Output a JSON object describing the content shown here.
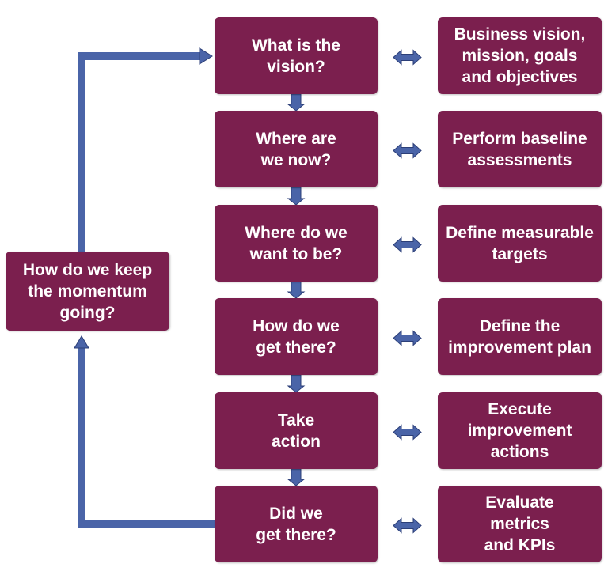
{
  "diagram": {
    "colors": {
      "box": "#7b1f4e",
      "arrow": "#4a64a8",
      "arrow_shadow": "#2c3f78"
    },
    "steps": [
      {
        "question": "What is the\nvision?",
        "action": "Business vision,\nmission, goals\nand objectives"
      },
      {
        "question": "Where are\nwe now?",
        "action": "Perform baseline\nassessments"
      },
      {
        "question": "Where do we\nwant to be?",
        "action": "Define measurable\ntargets"
      },
      {
        "question": "How do we\nget there?",
        "action": "Define the\nimprovement plan"
      },
      {
        "question": "Take\naction",
        "action": "Execute\nimprovement\nactions"
      },
      {
        "question": "Did we\nget there?",
        "action": "Evaluate\nmetrics\nand KPIs"
      }
    ],
    "loop": {
      "label": "How do we keep\nthe momentum\ngoing?"
    }
  }
}
